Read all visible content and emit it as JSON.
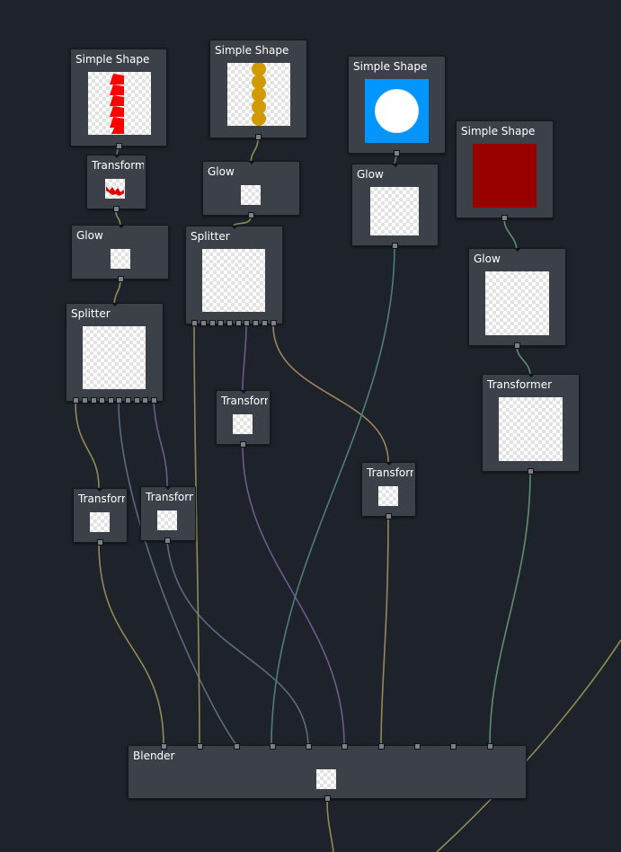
{
  "nodes": {
    "simple_shape_1": {
      "title": "Simple Shape",
      "fill": "#ff0000"
    },
    "transformer_1": {
      "title": "Transformer"
    },
    "glow_1": {
      "title": "Glow"
    },
    "splitter_1": {
      "title": "Splitter"
    },
    "transform_a": {
      "title": "Transform"
    },
    "transform_b": {
      "title": "Transform"
    },
    "simple_shape_2": {
      "title": "Simple Shape",
      "fill": "#d19a00"
    },
    "glow_2": {
      "title": "Glow"
    },
    "splitter_2": {
      "title": "Splitter"
    },
    "transform_c": {
      "title": "Transform"
    },
    "simple_shape_3": {
      "title": "Simple Shape",
      "fill": "#0095ff"
    },
    "glow_3": {
      "title": "Glow"
    },
    "transform_d": {
      "title": "Transform"
    },
    "simple_shape_4": {
      "title": "Simple Shape",
      "fill": "#990000"
    },
    "glow_4": {
      "title": "Glow"
    },
    "transformer_2": {
      "title": "Transformer"
    },
    "blender": {
      "title": "Blender"
    }
  },
  "colors": {
    "canvas": "#1e222a",
    "node_bg": "#3c4049",
    "wire_olive": "#8f8b54",
    "wire_slate": "#5a6b7f",
    "wire_purple": "#6d5a8c",
    "wire_teal": "#4f7d7a",
    "wire_tan": "#9a845e",
    "wire_green": "#5f8f6e"
  }
}
